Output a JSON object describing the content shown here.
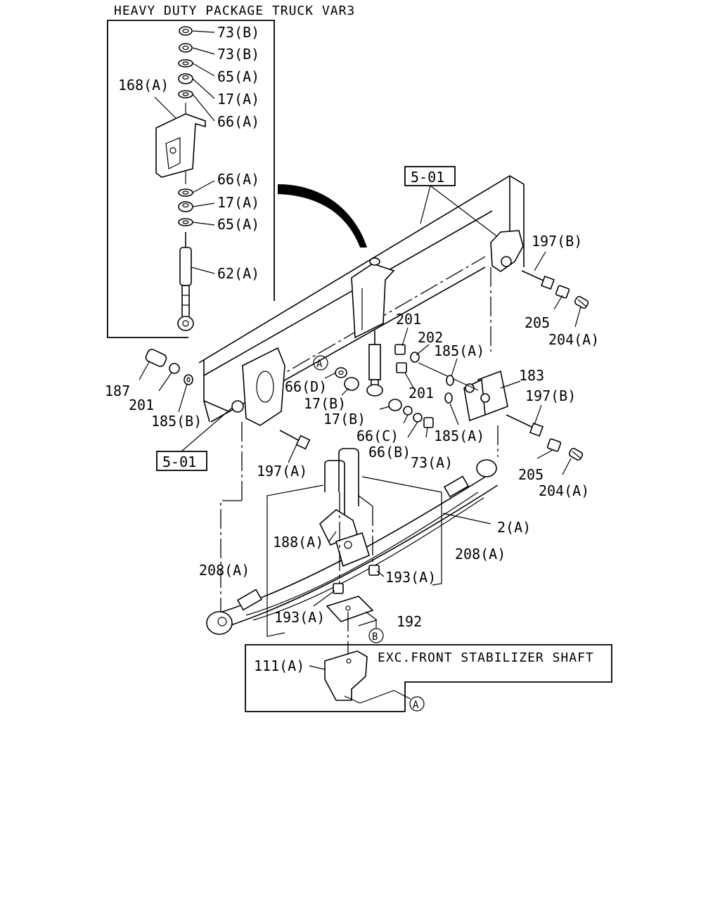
{
  "page_title": "HEAVY DUTY PACKAGE TRUCK VAR3",
  "note": "EXC.FRONT STABILIZER SHAFT",
  "ref_markers": {
    "a": "A",
    "b": "B"
  },
  "frame_refs": [
    "5-01",
    "5-01"
  ],
  "inset_labels": [
    "73(B)",
    "73(B)",
    "65(A)",
    "17(A)",
    "168(A)",
    "66(A)",
    "66(A)",
    "17(A)",
    "65(A)",
    "62(A)"
  ],
  "part_labels": [
    "197(B)",
    "201",
    "202",
    "185(A)",
    "205",
    "204(A)",
    "183",
    "187",
    "201",
    "185(B)",
    "66(D)",
    "17(B)",
    "17(B)",
    "201",
    "197(B)",
    "66(C)",
    "66(B)",
    "73(A)",
    "185(A)",
    "205",
    "204(A)",
    "197(A)",
    "2(A)",
    "188(A)",
    "208(A)",
    "208(A)",
    "193(A)",
    "193(A)",
    "192",
    "111(A)"
  ]
}
